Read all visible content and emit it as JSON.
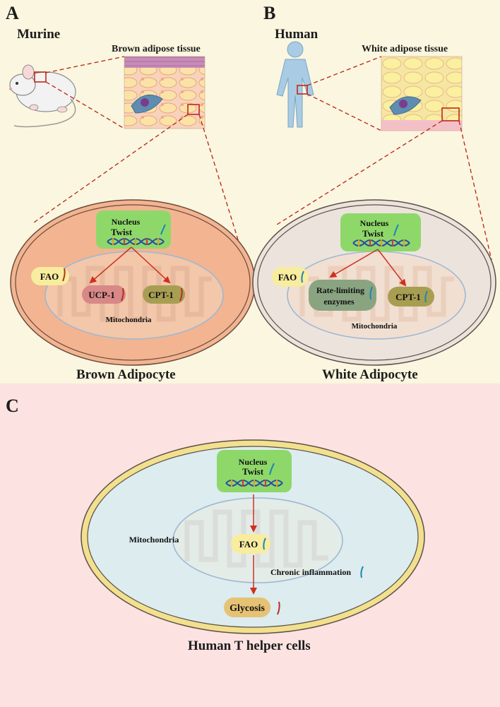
{
  "panelA": {
    "letter": "A",
    "species": "Murine",
    "tissue": "Brown adipose tissue",
    "nucleus_label": "Nucleus",
    "gene_label": "Twist",
    "fao": "FAO",
    "ucp1": "UCP-1",
    "cpt1": "CPT-1",
    "mito_label": "Mitochondria",
    "cell_title": "Brown Adipocyte"
  },
  "panelB": {
    "letter": "B",
    "species": "Human",
    "tissue": "White adipose tissue",
    "nucleus_label": "Nucleus",
    "gene_label": "Twist",
    "fao": "FAO",
    "enzymes_line1": "Rate-limiting",
    "enzymes_line2": "enzymes",
    "cpt1": "CPT-1",
    "mito_label": "Mitochondria",
    "cell_title": "White Adipocyte"
  },
  "panelC": {
    "letter": "C",
    "nucleus_label": "Nucleus",
    "gene_label": "Twist",
    "mito_label": "Mitochondria",
    "fao": "FAO",
    "inflammation": "Chronic inflammation",
    "glycosis": "Glycosis",
    "cell_title": "Human T helper cells"
  },
  "colors": {
    "top_bg": "#fbf6df",
    "bottom_bg": "#fce2e1",
    "brown_cell": "#f2b491",
    "white_cell": "#ece4dc",
    "t_cell": "#dcecef",
    "t_cell_border": "#f2e08e",
    "nucleus": "#8ed86a",
    "arrow_red": "#d0301e",
    "arrow_blue": "#1c86b4",
    "dashed_red": "#b82216"
  }
}
